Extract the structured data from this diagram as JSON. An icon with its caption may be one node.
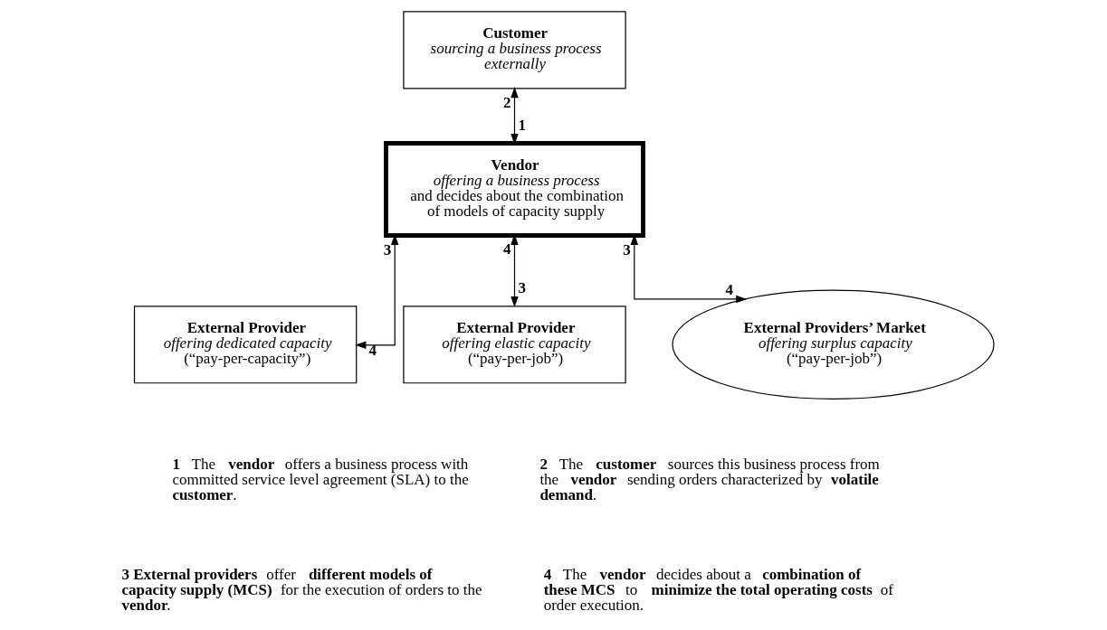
{
  "diagram": {
    "nodes": [
      {
        "text": [
          "Customer",
          "sourcing a business process externally"
        ]
      },
      {
        "text": [
          "Vendor",
          "offering a business process",
          "and decides about the combination of models of capacity supply"
        ]
      },
      {
        "text": [
          "External Provider",
          "offering dedicated capacity",
          "(“pay-per-capacity”)"
        ]
      },
      {
        "text": [
          "External Provider",
          "offering elastic capacity",
          "(“pay-per-job”)"
        ]
      },
      {
        "text": [
          "External Providers’ Market",
          "offering surplus capacity",
          "(“pay-per-job”)"
        ]
      }
    ],
    "edges": [
      {
        "from": 0,
        "to": 1,
        "arrow": "both"
      },
      {
        "from": 1,
        "to": 2,
        "arrow": "both"
      },
      {
        "from": 1,
        "to": 3,
        "arrow": "both"
      },
      {
        "from": 1,
        "to": 4,
        "arrow": "both"
      }
    ],
    "labels": [
      "1",
      "2",
      "3",
      "4",
      "3",
      "4",
      "3",
      "4",
      "**1** The **vendor** offers a business process with committed service level agreement (SLA) to the **customer**.",
      "**2** The **customer** sources this business process from the **vendor** sending orders characterized by **volatile demand**.",
      "**3 External providers** offer **different models of capacity supply (MCS)** for the execution of orders to the **vendor**.",
      "**4** The **vendor** decides about a **combination of these MCS** to **minimize the total operating costs** of order execution."
    ]
  }
}
